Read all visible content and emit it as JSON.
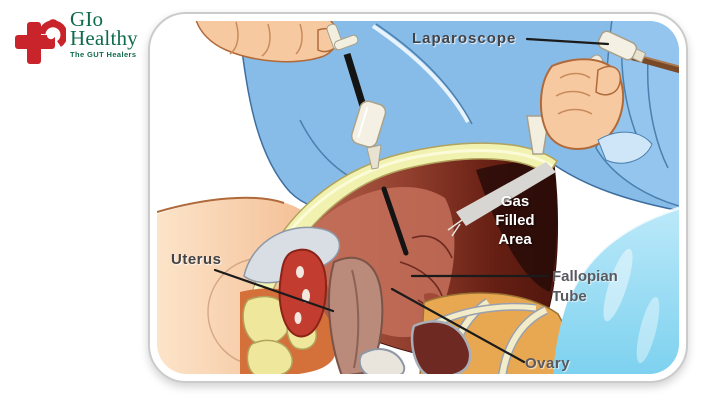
{
  "logo": {
    "brand_line1": "GIo",
    "brand_line2": "Healthy",
    "tagline": "The GUT Healers",
    "cross_color": "#c9232b",
    "text_color": "#0f6b4b"
  },
  "illustration": {
    "title": "Laparoscopy procedure diagram",
    "labels": {
      "laparoscope": "Laparoscope",
      "gas_filled_area": "Gas Filled Area",
      "uterus": "Uterus",
      "fallopian_tube": "Fallopian Tube",
      "ovary": "Ovary"
    },
    "colors": {
      "card_border": "#cbcbcb",
      "drape_blue": "#87bce8",
      "drape_cyan": "#8edcf5",
      "skin": "#f6c9a0",
      "cavity_maroon": "#6b2419",
      "abdominal_wall_cream": "#f1f1b0",
      "label_dark": "#434347",
      "label_light": "#ffffff"
    }
  }
}
